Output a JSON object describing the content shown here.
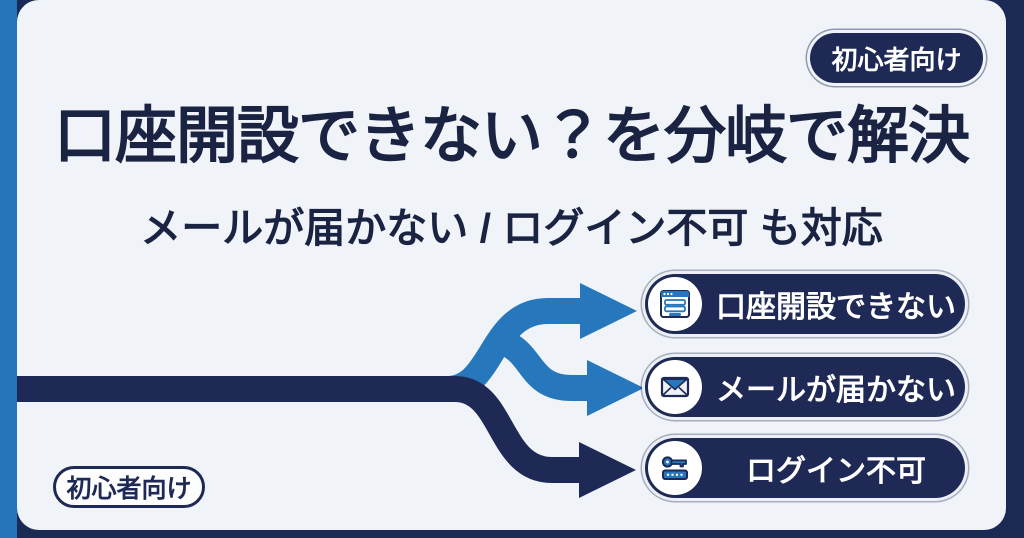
{
  "colors": {
    "background_navy": "#1b2a55",
    "shape_navy": "#1e2955",
    "accent_blue": "#2677bc",
    "card_background": "#f0f4f9",
    "title_text": "#1a2342",
    "pill_text": "#ffffff"
  },
  "badge_top_right": {
    "label": "初心者向け"
  },
  "badge_bottom_left": {
    "label": "初心者向け"
  },
  "heading": {
    "title": "口座開設できない？を分岐で解決",
    "subtitle": "メールが届かない / ログイン不可 も対応"
  },
  "branches": [
    {
      "label": "口座開設できない",
      "icon": "form-icon"
    },
    {
      "label": "メールが届かない",
      "icon": "mail-icon"
    },
    {
      "label": "ログイン不可",
      "icon": "key-icon"
    }
  ]
}
